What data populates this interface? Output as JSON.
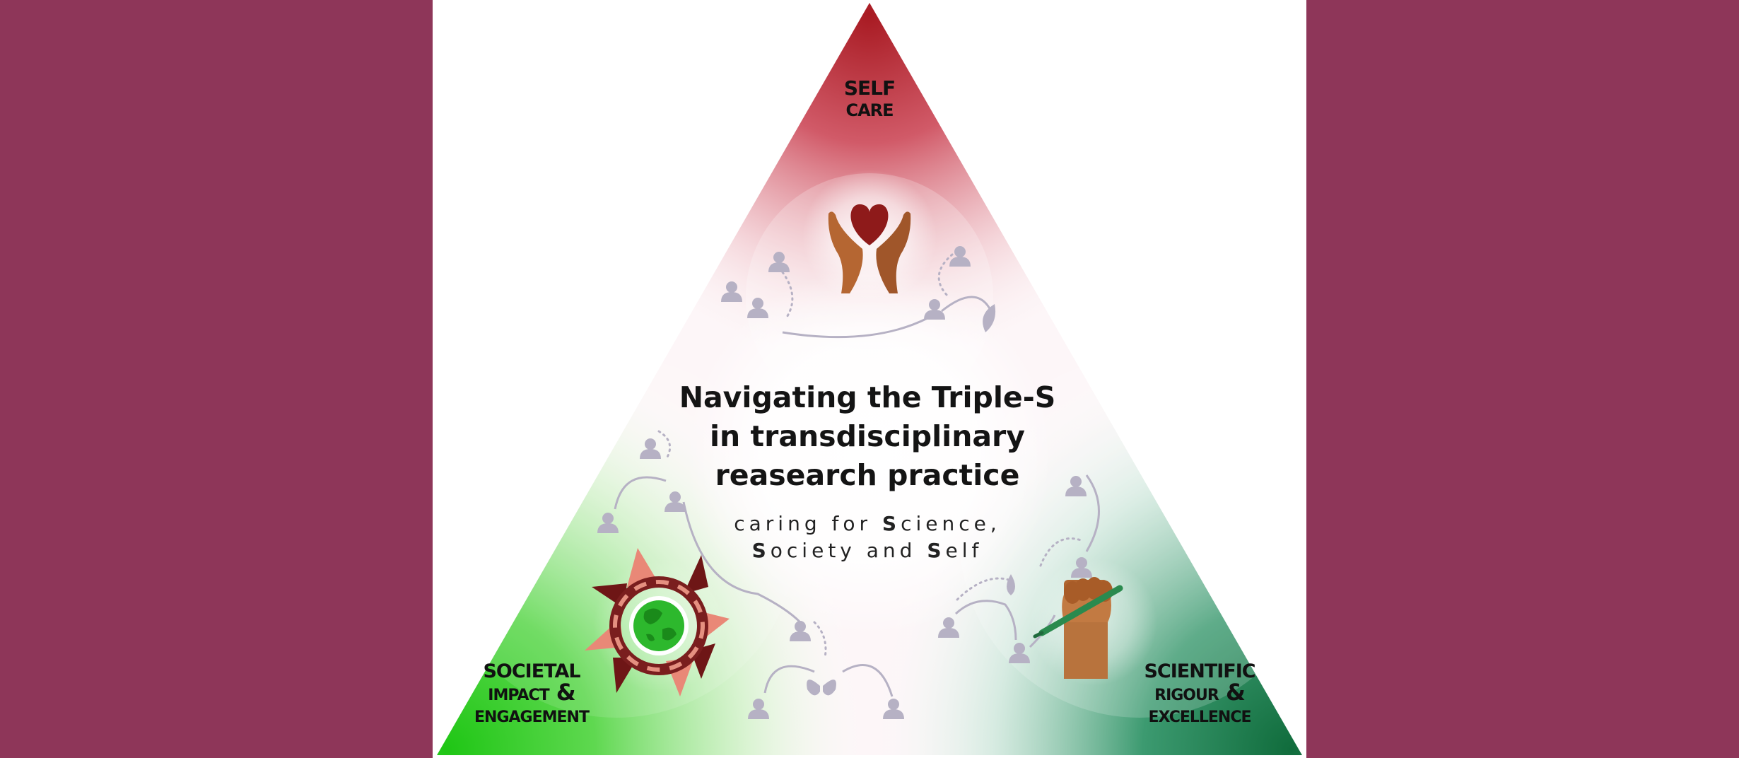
{
  "diagram": {
    "title_lines": [
      "Navigating the Triple-S",
      "in transdisciplinary",
      "reasearch practice"
    ],
    "subtitle_line1": {
      "pre": "caring for ",
      "cap": "S",
      "post": "cience,"
    },
    "subtitle_line2": {
      "cap1": "S",
      "mid": "ociety and ",
      "cap2": "S",
      "post": "elf"
    },
    "corners": {
      "top": {
        "line1": "Self",
        "line2": "care"
      },
      "left": {
        "line1": "Societal",
        "line2": "impact &",
        "line3": "engagement"
      },
      "right": {
        "line1": "Scientific",
        "line2": "rigour &",
        "line3": "excellence"
      }
    },
    "colors": {
      "background": "#8e3659",
      "self_care": "#b01c20",
      "societal": "#22c41a",
      "scientific": "#1f7a4a",
      "people_icons": "#b6b1c4"
    },
    "icons": {
      "self_care": "heart-in-hands-icon",
      "societal": "globe-with-linked-hands-icon",
      "scientific": "fist-with-pen-icon",
      "people": "person-icon",
      "leaf": "leaf-icon",
      "drop": "drop-icon",
      "butterfly": "butterfly-icon"
    }
  }
}
